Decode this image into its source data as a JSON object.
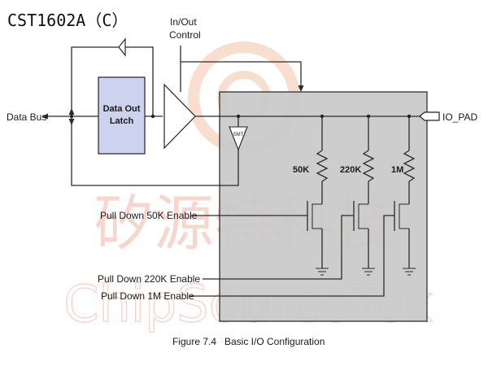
{
  "header": {
    "part_number": "CST1602A（C）"
  },
  "labels": {
    "in_out_control_line1": "In/Out",
    "in_out_control_line2": "Control",
    "data_bus": "Data Bus",
    "latch_line1": "Data Out",
    "latch_line2": "Latch",
    "io_pad": "IO_PAD",
    "smt": "SMT",
    "r_50k": "50K",
    "r_220k": "220K",
    "r_1m": "1M",
    "pd_50k": "Pull Down 50K Enable",
    "pd_220k": "Pull Down 220K Enable",
    "pd_1m": "Pull Down 1M Enable"
  },
  "caption": {
    "figure": "Figure 7.4",
    "title": "Basic I/O Configuration"
  },
  "watermark": {
    "cn": "矽源特科技",
    "en": "ChipSourceTek"
  },
  "colors": {
    "pad_box": "#c9c9c9",
    "latch_fill": "#cdd3ee",
    "watermark": "#f3c9b9",
    "line": "#2b2b2b"
  }
}
